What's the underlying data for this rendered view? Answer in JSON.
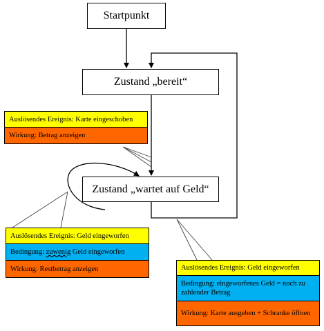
{
  "nodes": {
    "start": "Startpunkt",
    "ready": "Zustand „bereit“",
    "waiting": "Zustand „wartet auf Geld“"
  },
  "annotations": {
    "card_insert": {
      "event": "Auslösendes Ereignis: Karte eingeschoben",
      "effect": "Wirkung: Betrag anzeigen"
    },
    "money_partial": {
      "event": "Auslösendes Ereignis: Geld eingeworfen",
      "condition_prefix": "Bedingung: ",
      "condition_underlined": "zuwenig",
      "condition_suffix": " Geld eingeworfen",
      "effect": "Wirkung: Restbetrag anzeigen"
    },
    "money_full": {
      "event": "Auslösendes Ereignis: Geld eingeworfen",
      "condition": "Bedingung: eingeworfenes Geld = noch zu zahlender Betrag",
      "effect": "Wirkung: Karte ausgeben + Schranke öffnen"
    }
  },
  "colors": {
    "event": "#ffff00",
    "condition": "#00b0f0",
    "effect": "#ff6600",
    "line": "#000000"
  }
}
